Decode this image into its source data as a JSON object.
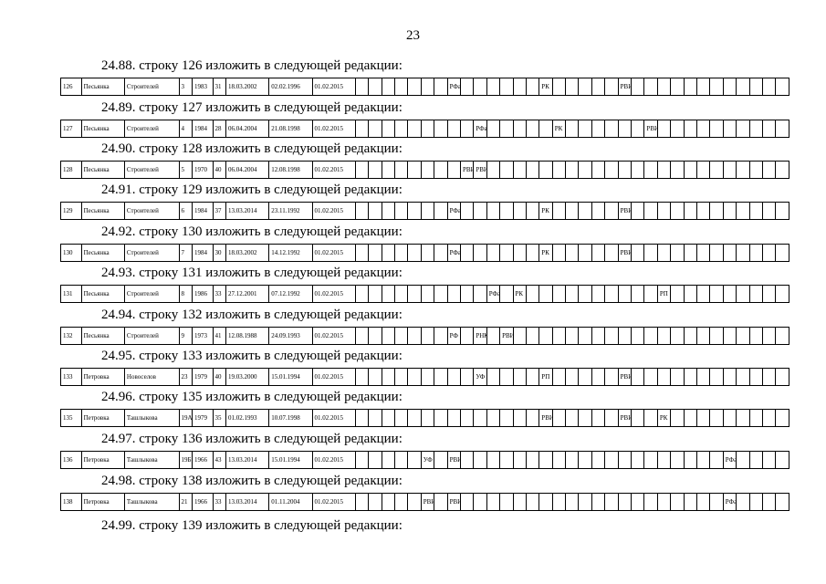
{
  "page_number": "23",
  "sections": [
    {
      "heading": "24.88. строку 126 изложить в следующей редакции:",
      "cells": [
        "126",
        "Песьянка",
        "Строителей",
        "3",
        "1983",
        "31",
        "18.03.2002",
        "02.02.1996",
        "01.02.2015",
        "",
        "",
        "",
        "",
        "",
        "",
        "",
        "РФа",
        "",
        "",
        "",
        "",
        "",
        "",
        "РК",
        "",
        "",
        "",
        "",
        "",
        "РВИС",
        "",
        "",
        "",
        "",
        "",
        "",
        "",
        "",
        "",
        "",
        "",
        ""
      ]
    },
    {
      "heading": "24.89. строку 127 изложить в следующей редакции:",
      "cells": [
        "127",
        "Песьянка",
        "Строителей",
        "4",
        "1984",
        "28",
        "06.04.2004",
        "21.08.1998",
        "01.02.2015",
        "",
        "",
        "",
        "",
        "",
        "",
        "",
        "",
        "",
        "РФа",
        "",
        "",
        "",
        "",
        "",
        "РК",
        "",
        "",
        "",
        "",
        "",
        "",
        "РВИС",
        "",
        "",
        "",
        "",
        "",
        "",
        "",
        "",
        "",
        ""
      ]
    },
    {
      "heading": "24.90. строку 128 изложить в следующей редакции:",
      "cells": [
        "128",
        "Песьянка",
        "Строителей",
        "5",
        "1970",
        "40",
        "06.04.2004",
        "12.08.1998",
        "01.02.2015",
        "",
        "",
        "",
        "",
        "",
        "",
        "",
        "",
        "РВИС",
        "РВИС",
        "",
        "",
        "",
        "",
        "",
        "",
        "",
        "",
        "",
        "",
        "",
        "",
        "",
        "",
        "",
        "",
        "",
        "",
        "",
        "",
        "",
        "",
        ""
      ]
    },
    {
      "heading": "24.91. строку 129 изложить в следующей редакции:",
      "cells": [
        "129",
        "Песьянка",
        "Строителей",
        "6",
        "1984",
        "37",
        "13.03.2014",
        "23.11.1992",
        "01.02.2015",
        "",
        "",
        "",
        "",
        "",
        "",
        "",
        "РФа",
        "",
        "",
        "",
        "",
        "",
        "",
        "РК",
        "",
        "",
        "",
        "",
        "",
        "РВИС",
        "",
        "",
        "",
        "",
        "",
        "",
        "",
        "",
        "",
        "",
        "",
        ""
      ]
    },
    {
      "heading": "24.92. строку 130 изложить в следующей редакции:",
      "cells": [
        "130",
        "Песьянка",
        "Строителей",
        "7",
        "1984",
        "30",
        "18.03.2002",
        "14.12.1992",
        "01.02.2015",
        "",
        "",
        "",
        "",
        "",
        "",
        "",
        "РФа",
        "",
        "",
        "",
        "",
        "",
        "",
        "РК",
        "",
        "",
        "",
        "",
        "",
        "РВИС",
        "",
        "",
        "",
        "",
        "",
        "",
        "",
        "",
        "",
        "",
        "",
        ""
      ]
    },
    {
      "heading": "24.93. строку 131 изложить в следующей редакции:",
      "cells": [
        "131",
        "Песьянка",
        "Строителей",
        "8",
        "1986",
        "33",
        "27.12.2001",
        "07.12.1992",
        "01.02.2015",
        "",
        "",
        "",
        "",
        "",
        "",
        "",
        "",
        "",
        "",
        "РФа",
        "",
        "РК",
        "",
        "",
        "",
        "",
        "",
        "",
        "",
        "",
        "",
        "",
        "РП",
        "",
        "",
        "",
        "",
        "",
        "",
        "",
        "",
        ""
      ]
    },
    {
      "heading": "24.94. строку 132 изложить в следующей редакции:",
      "cells": [
        "132",
        "Песьянка",
        "Строителей",
        "9",
        "1973",
        "41",
        "12.08.1988",
        "24.09.1993",
        "01.02.2015",
        "",
        "",
        "",
        "",
        "",
        "",
        "",
        "РФ",
        "",
        "РНК",
        "",
        "РВИС",
        "",
        "",
        "",
        "",
        "",
        "",
        "",
        "",
        "",
        "",
        "",
        "",
        "",
        "",
        "",
        "",
        "",
        "",
        "",
        "",
        ""
      ]
    },
    {
      "heading": "24.95. строку 133 изложить в следующей редакции:",
      "cells": [
        "133",
        "Петровка",
        "Новоселов",
        "23",
        "1979",
        "40",
        "19.03.2000",
        "15.01.1994",
        "01.02.2015",
        "",
        "",
        "",
        "",
        "",
        "",
        "",
        "",
        "",
        "УФ",
        "",
        "",
        "",
        "",
        "РП",
        "",
        "",
        "",
        "",
        "",
        "РВИС",
        "",
        "",
        "",
        "",
        "",
        "",
        "",
        "",
        "",
        "",
        "",
        ""
      ]
    },
    {
      "heading": "24.96. строку 135 изложить в следующей редакции:",
      "cells": [
        "135",
        "Петровка",
        "Ташлыкова",
        "19А",
        "1979",
        "35",
        "01.02.1993",
        "10.07.1998",
        "01.02.2015",
        "",
        "",
        "",
        "",
        "",
        "",
        "",
        "",
        "",
        "",
        "",
        "",
        "",
        "",
        "РВИС",
        "",
        "",
        "",
        "",
        "",
        "РВИС",
        "",
        "",
        "РК",
        "",
        "",
        "",
        "",
        "",
        "",
        "",
        "",
        ""
      ]
    },
    {
      "heading": "24.97. строку 136 изложить в следующей редакции:",
      "cells": [
        "136",
        "Петровка",
        "Ташлыкова",
        "19Б",
        "1966",
        "43",
        "13.03.2014",
        "15.01.1994",
        "01.02.2015",
        "",
        "",
        "",
        "",
        "",
        "УФ",
        "",
        "РВИС",
        "",
        "",
        "",
        "",
        "",
        "",
        "",
        "",
        "",
        "",
        "",
        "",
        "",
        "",
        "",
        "",
        "",
        "",
        "",
        "",
        "РФа",
        "",
        "",
        "",
        ""
      ]
    },
    {
      "heading": "24.98. строку 138 изложить в следующей редакции:",
      "cells": [
        "138",
        "Петровка",
        "Ташлыкова",
        "21",
        "1966",
        "33",
        "13.03.2014",
        "01.11.2004",
        "01.02.2015",
        "",
        "",
        "",
        "",
        "",
        "РВИС",
        "",
        "РВИС",
        "",
        "",
        "",
        "",
        "",
        "",
        "",
        "",
        "",
        "",
        "",
        "",
        "",
        "",
        "",
        "",
        "",
        "",
        "",
        "",
        "РФа",
        "",
        "",
        "",
        ""
      ]
    },
    {
      "heading": "24.99. строку 139 изложить в следующей редакции:",
      "cells": null
    }
  ]
}
